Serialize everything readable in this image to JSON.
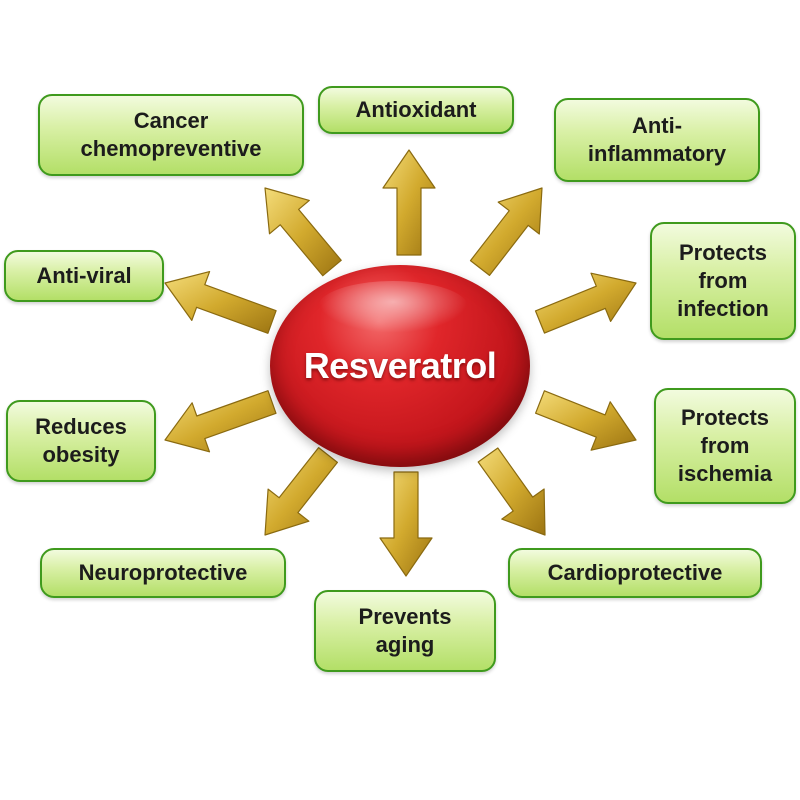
{
  "center": {
    "label": "Resveratrol"
  },
  "colors": {
    "box_border": "#3f9a1d",
    "box_fill": "#c9e98a",
    "center_fill": "#c4161c",
    "arrow_fill": "#d2aa2e",
    "arrow_edge": "#8a6a10"
  },
  "effects": [
    {
      "label": "Cancer\nchemopreventive",
      "arrow_icon": "arrow-up-left-icon"
    },
    {
      "label": "Antioxidant",
      "arrow_icon": "arrow-up-icon"
    },
    {
      "label": "Anti-\ninflammatory",
      "arrow_icon": "arrow-up-right-icon"
    },
    {
      "label": "Protects\nfrom\ninfection",
      "arrow_icon": "arrow-right-up-icon"
    },
    {
      "label": "Protects\nfrom\nischemia",
      "arrow_icon": "arrow-right-down-icon"
    },
    {
      "label": "Cardioprotective",
      "arrow_icon": "arrow-down-right-icon"
    },
    {
      "label": "Prevents\naging",
      "arrow_icon": "arrow-down-icon"
    },
    {
      "label": "Neuroprotective",
      "arrow_icon": "arrow-down-left-icon"
    },
    {
      "label": "Reduces\nobesity",
      "arrow_icon": "arrow-left-down-icon"
    },
    {
      "label": "Anti-viral",
      "arrow_icon": "arrow-left-up-icon"
    }
  ]
}
